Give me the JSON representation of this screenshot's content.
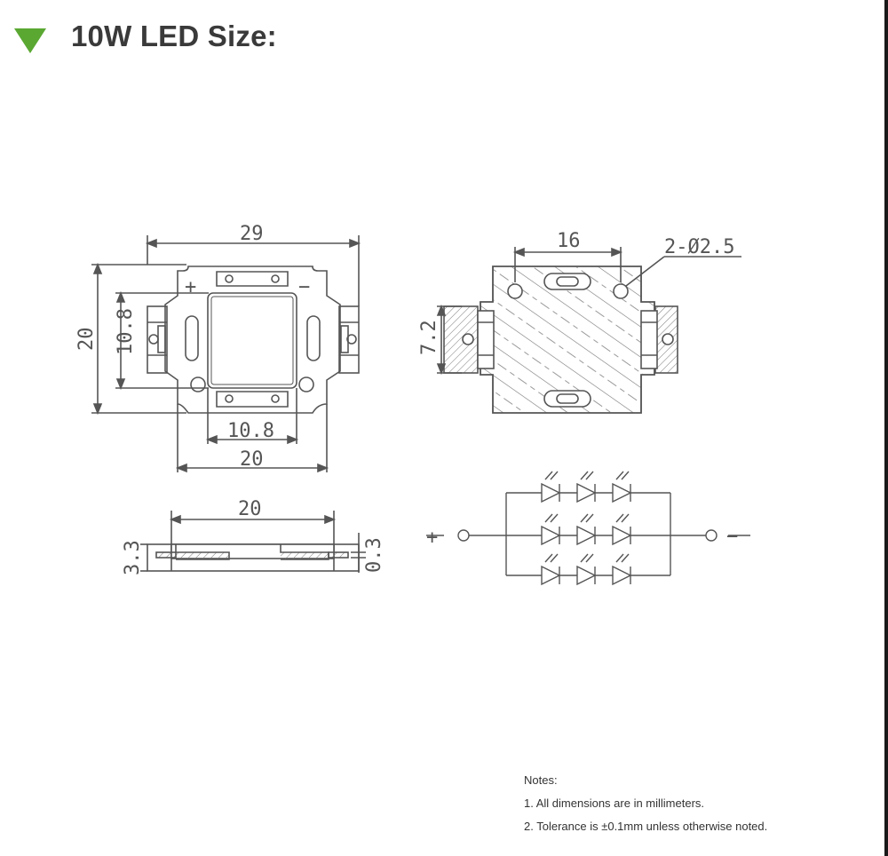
{
  "header": {
    "title": "10W LED Size:",
    "icon": "green-triangle-icon",
    "icon_color": "#5aa832"
  },
  "top_view": {
    "dim_overall_width": "29",
    "dim_overall_height": "20",
    "dim_inner_height": "10.8",
    "dim_inner_width": "10.8",
    "dim_body_width": "20",
    "polarity_plus": "+",
    "polarity_minus": "−"
  },
  "back_view": {
    "dim_hole_spacing": "16",
    "dim_hole_callout": "2-Ø2.5",
    "dim_tab_height": "7.2"
  },
  "side_view": {
    "dim_width": "20",
    "dim_height": "3.3",
    "dim_thickness": "0.3"
  },
  "schematic": {
    "plus": "+",
    "minus": "−"
  },
  "notes": {
    "heading": "Notes:",
    "items": [
      "1. All dimensions are in millimeters.",
      "2. Tolerance is ±0.1mm unless otherwise noted."
    ]
  }
}
